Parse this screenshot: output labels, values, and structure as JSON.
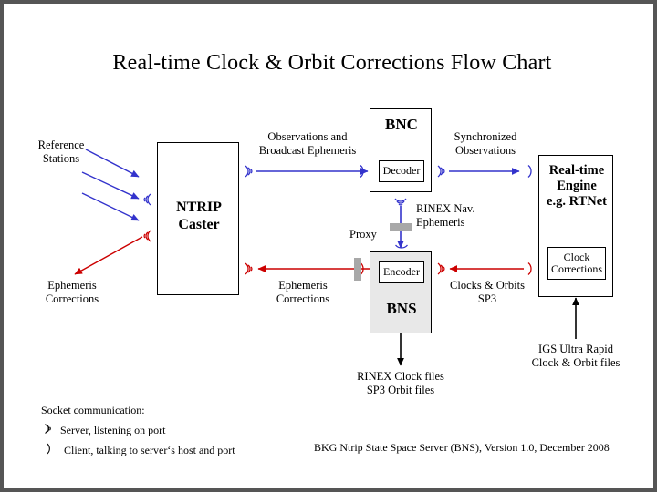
{
  "page": {
    "title": "Real-time Clock & Orbit Corrections Flow Chart",
    "border_color": "#555555",
    "background": "#ffffff"
  },
  "colors": {
    "blue": "#3333cc",
    "red": "#cc0000",
    "black": "#000000",
    "shade": "#e8e8e8",
    "proxy_gray": "#a8a8a8"
  },
  "nodes": {
    "ntrip_caster": {
      "label": "NTRIP\nCaster"
    },
    "bnc": {
      "label": "BNC",
      "sub": "Decoder"
    },
    "bns": {
      "label": "BNS",
      "sub": "Encoder"
    },
    "rt_engine": {
      "label": "Real-time\nEngine\ne.g. RTNet",
      "sub": "Clock\nCorrections"
    }
  },
  "labels": {
    "reference_stations": "Reference\nStations",
    "ephemeris_corrections_left": "Ephemeris\nCorrections",
    "observations_broadcast": "Observations and\nBroadcast Ephemeris",
    "synchronized_observations": "Synchronized\nObservations",
    "rinex_nav_ephemeris": "RINEX Nav.\nEphemeris",
    "proxy": "Proxy",
    "ephemeris_corrections_mid": "Ephemeris\nCorrections",
    "clocks_orbits_sp3": "Clocks & Orbits\nSP3",
    "rinex_clock_sp3_files": "RINEX Clock files\nSP3 Orbit files",
    "igs_ultra_rapid": "IGS Ultra Rapid\nClock & Orbit files"
  },
  "legend": {
    "heading": "Socket communication:",
    "server": "Server, listening on port",
    "client": "Client, talking to server‘s host and port",
    "server_icon": "server-socket-icon",
    "client_icon": "client-socket-icon"
  },
  "footer": {
    "note": "BKG Ntrip State Space Server (BNS), Version 1.0, December 2008"
  }
}
